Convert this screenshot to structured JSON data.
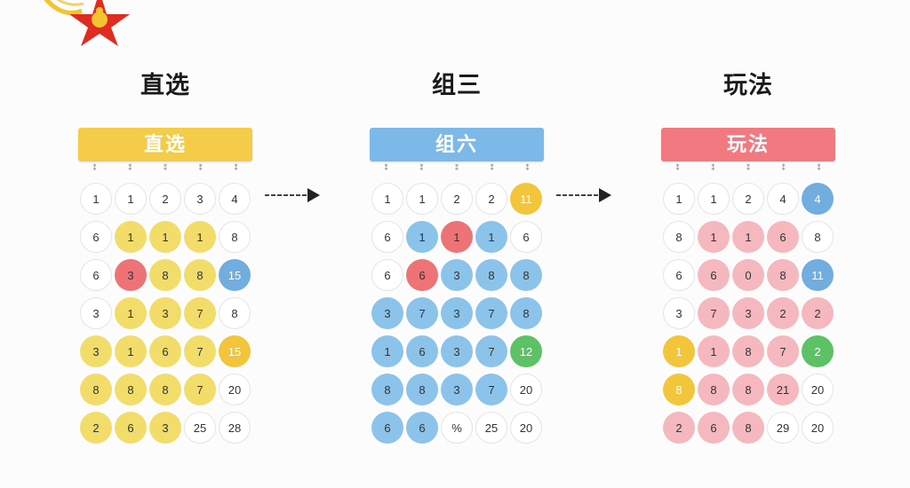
{
  "titles": [
    "直选",
    "组三",
    "玩法"
  ],
  "panels": [
    {
      "header": "直选",
      "header_color": "#f5cc4a",
      "marks": [
        "⁑",
        "⁑",
        "⁑",
        "⁑",
        "⁑"
      ],
      "rows": [
        [
          {
            "n": "1",
            "c": "w"
          },
          {
            "n": "1",
            "c": "w"
          },
          {
            "n": "2",
            "c": "w"
          },
          {
            "n": "3",
            "c": "w"
          },
          {
            "n": "4",
            "c": "w"
          }
        ],
        [
          {
            "n": "6",
            "c": "w"
          },
          {
            "n": "1",
            "c": "y"
          },
          {
            "n": "1",
            "c": "y"
          },
          {
            "n": "1",
            "c": "y"
          },
          {
            "n": "8",
            "c": "w"
          }
        ],
        [
          {
            "n": "6",
            "c": "w"
          },
          {
            "n": "3",
            "c": "r"
          },
          {
            "n": "8",
            "c": "y"
          },
          {
            "n": "8",
            "c": "y"
          },
          {
            "n": "15",
            "c": "B"
          }
        ],
        [
          {
            "n": "3",
            "c": "w"
          },
          {
            "n": "1",
            "c": "y"
          },
          {
            "n": "3",
            "c": "y"
          },
          {
            "n": "7",
            "c": "y"
          },
          {
            "n": "8",
            "c": "w"
          }
        ],
        [
          {
            "n": "3",
            "c": "y"
          },
          {
            "n": "1",
            "c": "y"
          },
          {
            "n": "6",
            "c": "y"
          },
          {
            "n": "7",
            "c": "y"
          },
          {
            "n": "15",
            "c": "Y"
          }
        ],
        [
          {
            "n": "8",
            "c": "y"
          },
          {
            "n": "8",
            "c": "y"
          },
          {
            "n": "8",
            "c": "y"
          },
          {
            "n": "7",
            "c": "y"
          },
          {
            "n": "20",
            "c": "w"
          }
        ],
        [
          {
            "n": "2",
            "c": "y"
          },
          {
            "n": "6",
            "c": "y"
          },
          {
            "n": "3",
            "c": "y"
          },
          {
            "n": "25",
            "c": "w"
          },
          {
            "n": "28",
            "c": "w"
          }
        ]
      ]
    },
    {
      "header": "组六",
      "header_color": "#7cb8e8",
      "marks": [
        "⁑",
        "⁑",
        "⁑",
        "⁑",
        "⁑"
      ],
      "rows": [
        [
          {
            "n": "1",
            "c": "w"
          },
          {
            "n": "1",
            "c": "w"
          },
          {
            "n": "2",
            "c": "w"
          },
          {
            "n": "2",
            "c": "w"
          },
          {
            "n": "11",
            "c": "Y"
          }
        ],
        [
          {
            "n": "6",
            "c": "w"
          },
          {
            "n": "1",
            "c": "b"
          },
          {
            "n": "1",
            "c": "r"
          },
          {
            "n": "1",
            "c": "b"
          },
          {
            "n": "6",
            "c": "w"
          }
        ],
        [
          {
            "n": "6",
            "c": "w"
          },
          {
            "n": "6",
            "c": "r"
          },
          {
            "n": "3",
            "c": "b"
          },
          {
            "n": "8",
            "c": "b"
          },
          {
            "n": "8",
            "c": "b"
          }
        ],
        [
          {
            "n": "3",
            "c": "b"
          },
          {
            "n": "7",
            "c": "b"
          },
          {
            "n": "3",
            "c": "b"
          },
          {
            "n": "7",
            "c": "b"
          },
          {
            "n": "8",
            "c": "b"
          }
        ],
        [
          {
            "n": "1",
            "c": "b"
          },
          {
            "n": "6",
            "c": "b"
          },
          {
            "n": "3",
            "c": "b"
          },
          {
            "n": "7",
            "c": "b"
          },
          {
            "n": "12",
            "c": "g"
          }
        ],
        [
          {
            "n": "8",
            "c": "b"
          },
          {
            "n": "8",
            "c": "b"
          },
          {
            "n": "3",
            "c": "b"
          },
          {
            "n": "7",
            "c": "b"
          },
          {
            "n": "20",
            "c": "w"
          }
        ],
        [
          {
            "n": "6",
            "c": "b"
          },
          {
            "n": "6",
            "c": "b"
          },
          {
            "n": "%",
            "c": "w"
          },
          {
            "n": "25",
            "c": "w"
          },
          {
            "n": "20",
            "c": "w"
          }
        ]
      ]
    },
    {
      "header": "玩法",
      "header_color": "#f2797f",
      "marks": [
        "⁑",
        "⁑",
        "⁑",
        "⁑",
        "⁑"
      ],
      "rows": [
        [
          {
            "n": "1",
            "c": "w"
          },
          {
            "n": "1",
            "c": "w"
          },
          {
            "n": "2",
            "c": "w"
          },
          {
            "n": "4",
            "c": "w"
          },
          {
            "n": "4",
            "c": "B"
          }
        ],
        [
          {
            "n": "8",
            "c": "w"
          },
          {
            "n": "1",
            "c": "p"
          },
          {
            "n": "1",
            "c": "p"
          },
          {
            "n": "6",
            "c": "p"
          },
          {
            "n": "8",
            "c": "w"
          }
        ],
        [
          {
            "n": "6",
            "c": "w"
          },
          {
            "n": "6",
            "c": "p"
          },
          {
            "n": "0",
            "c": "p"
          },
          {
            "n": "8",
            "c": "p"
          },
          {
            "n": "11",
            "c": "B"
          }
        ],
        [
          {
            "n": "3",
            "c": "w"
          },
          {
            "n": "7",
            "c": "p"
          },
          {
            "n": "3",
            "c": "p"
          },
          {
            "n": "2",
            "c": "p"
          },
          {
            "n": "2",
            "c": "p"
          }
        ],
        [
          {
            "n": "1",
            "c": "Y"
          },
          {
            "n": "1",
            "c": "p"
          },
          {
            "n": "8",
            "c": "p"
          },
          {
            "n": "7",
            "c": "p"
          },
          {
            "n": "2",
            "c": "g"
          }
        ],
        [
          {
            "n": "8",
            "c": "Y"
          },
          {
            "n": "8",
            "c": "p"
          },
          {
            "n": "8",
            "c": "p"
          },
          {
            "n": "21",
            "c": "p"
          },
          {
            "n": "20",
            "c": "w"
          }
        ],
        [
          {
            "n": "2",
            "c": "p"
          },
          {
            "n": "6",
            "c": "p"
          },
          {
            "n": "8",
            "c": "p"
          },
          {
            "n": "29",
            "c": "w"
          },
          {
            "n": "20",
            "c": "w"
          }
        ]
      ]
    }
  ],
  "legend_colors": {
    "yellow": "#f2dc6a",
    "blue": "#8cc3ea",
    "red": "#ee7377",
    "pink": "#f5b8bf",
    "green": "#5cc265",
    "white": "#ffffff"
  },
  "icons": [
    "red-star-logo-icon",
    "arrow-right-icon",
    "arrow-right-icon"
  ]
}
